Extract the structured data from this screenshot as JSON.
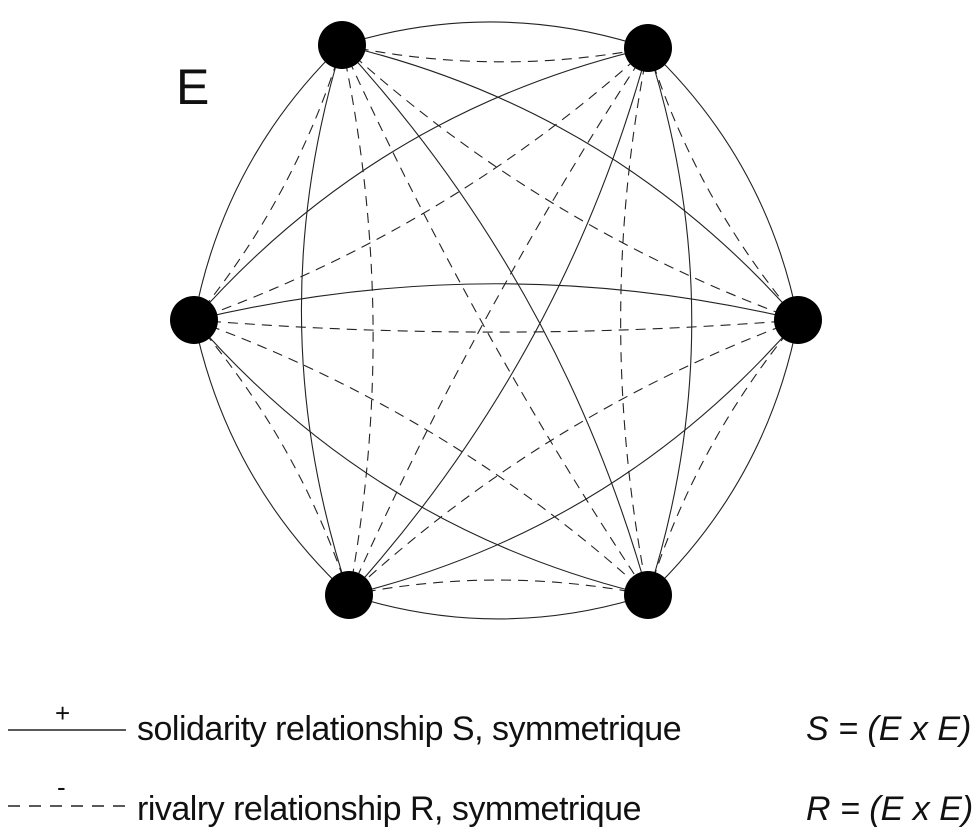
{
  "diagram": {
    "set_label": "E",
    "nodes": [
      {
        "id": "n1",
        "name": "top-left"
      },
      {
        "id": "n2",
        "name": "top-right"
      },
      {
        "id": "n3",
        "name": "left"
      },
      {
        "id": "n4",
        "name": "right"
      },
      {
        "id": "n5",
        "name": "bottom-left"
      },
      {
        "id": "n6",
        "name": "bottom-right"
      }
    ],
    "relationships": [
      {
        "from": "n1",
        "to": "n2",
        "types": [
          "solidarity",
          "rivalry"
        ]
      },
      {
        "from": "n1",
        "to": "n3",
        "types": [
          "solidarity",
          "rivalry"
        ]
      },
      {
        "from": "n1",
        "to": "n4",
        "types": [
          "solidarity",
          "rivalry"
        ]
      },
      {
        "from": "n1",
        "to": "n5",
        "types": [
          "solidarity",
          "rivalry"
        ]
      },
      {
        "from": "n1",
        "to": "n6",
        "types": [
          "solidarity",
          "rivalry"
        ]
      },
      {
        "from": "n2",
        "to": "n3",
        "types": [
          "solidarity",
          "rivalry"
        ]
      },
      {
        "from": "n2",
        "to": "n4",
        "types": [
          "solidarity",
          "rivalry"
        ]
      },
      {
        "from": "n2",
        "to": "n5",
        "types": [
          "solidarity",
          "rivalry"
        ]
      },
      {
        "from": "n2",
        "to": "n6",
        "types": [
          "solidarity",
          "rivalry"
        ]
      },
      {
        "from": "n3",
        "to": "n4",
        "types": [
          "solidarity",
          "rivalry"
        ]
      },
      {
        "from": "n3",
        "to": "n5",
        "types": [
          "solidarity",
          "rivalry"
        ]
      },
      {
        "from": "n3",
        "to": "n6",
        "types": [
          "solidarity",
          "rivalry"
        ]
      },
      {
        "from": "n4",
        "to": "n5",
        "types": [
          "solidarity",
          "rivalry"
        ]
      },
      {
        "from": "n4",
        "to": "n6",
        "types": [
          "solidarity",
          "rivalry"
        ]
      },
      {
        "from": "n5",
        "to": "n6",
        "types": [
          "solidarity",
          "rivalry"
        ]
      }
    ]
  },
  "legend": {
    "solidarity": {
      "sign": "+",
      "text": "solidarity relationship S, symmetrique",
      "formula": "S = (E x E)"
    },
    "rivalry": {
      "sign": "-",
      "text": "rivalry relationship R, symmetrique",
      "formula": "R = (E x E)"
    }
  },
  "colors": {
    "node": "#000000",
    "line": "#222222",
    "background": "#ffffff"
  }
}
